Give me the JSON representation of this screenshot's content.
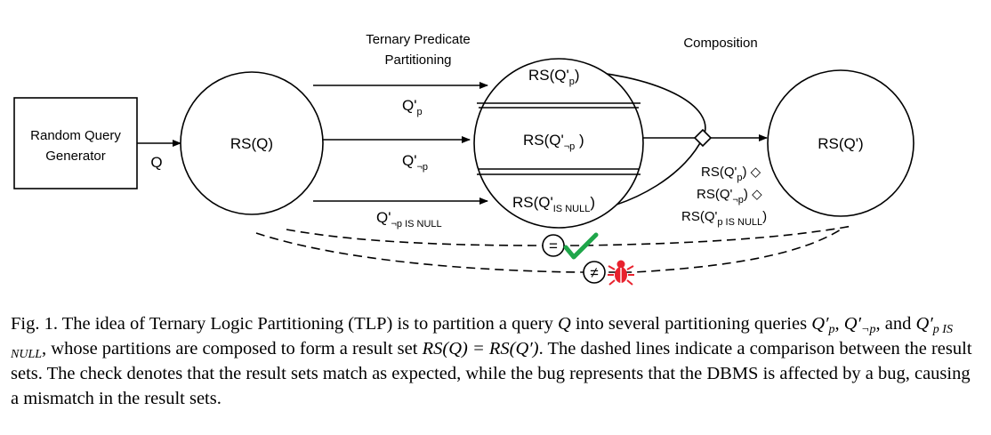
{
  "diagram": {
    "generator_line1": "Random Query",
    "generator_line2": "Generator",
    "q_label": "Q",
    "rsq": "RS(Q)",
    "partitioning_line1": "Ternary Predicate",
    "partitioning_line2": "Partitioning",
    "qp": "Q'",
    "qp_sub": "p",
    "qnp": "Q'",
    "qnp_sub": "¬p",
    "qnull": "Q'",
    "qnull_sub": "¬p IS NULL",
    "rs_p": "RS(Q'",
    "rs_p_sub": "p",
    "rs_p_end": ")",
    "rs_np": "RS(Q'",
    "rs_np_sub": "¬p",
    "rs_np_end": " )",
    "rs_null": "RS(Q'",
    "rs_null_sub": "IS NULL",
    "rs_null_end": ")",
    "composition": "Composition",
    "comp1": "RS(Q'",
    "comp1_sub": "p",
    "comp1_end": ") ◇",
    "comp2": "RS(Q'",
    "comp2_sub": "¬p",
    "comp2_end": ") ◇",
    "comp3": "RS(Q'",
    "comp3_sub": "p IS NULL",
    "comp3_end": ")",
    "rsq_prime": "RS(Q')",
    "equal_symbol": "=",
    "notequal_symbol": "≠",
    "diamond": "◇",
    "check_color": "#1fa64a",
    "bug_color": "#e8222e"
  },
  "caption": {
    "prefix": "Fig. 1.  The idea of Ternary Logic Partitioning (TLP) is to partition a query ",
    "q": "Q",
    "mid1": " into several partitioning queries ",
    "qp": "Q′",
    "qp_sub": "p",
    "sep1": ", ",
    "qnp": "Q′",
    "qnp_sub": "¬p",
    "sep2": ", and ",
    "qnull": "Q′",
    "qnull_sub": "p IS NULL",
    "mid2": ", whose partitions are composed to form a result set ",
    "equation": "RS(Q) = RS(Q′)",
    "rest": ". The dashed lines indicate a comparison between the result sets. The check denotes that the result sets match as expected, while the bug represents that the DBMS is affected by a bug, causing a mismatch in the result sets."
  }
}
